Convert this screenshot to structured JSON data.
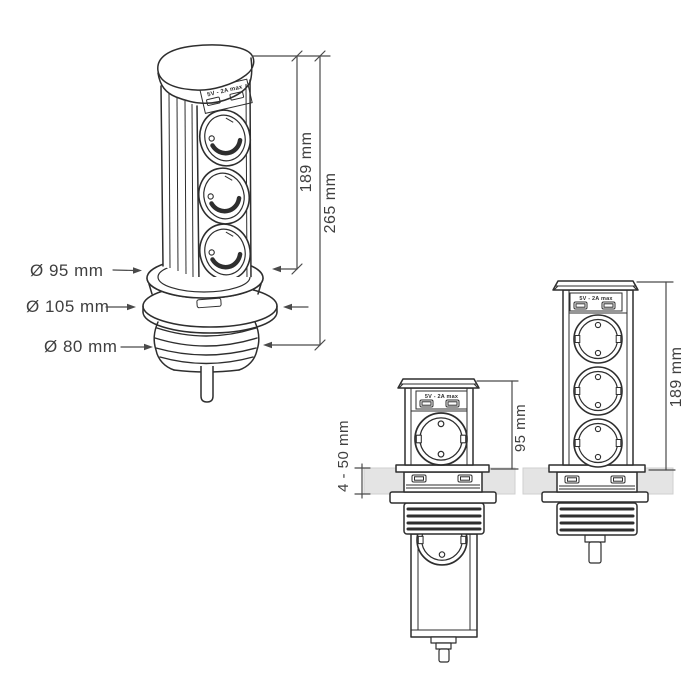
{
  "page": {
    "background": "#ffffff"
  },
  "colors": {
    "line": "#2e2e2e",
    "dimension_line": "#4a4a4a",
    "label_text": "#3f3f3f",
    "countertop_fill": "#e4e4e4",
    "countertop_edge": "#cfcfcf"
  },
  "views": {
    "isometric": {
      "usb_label": "5V - 2A max",
      "dim_diameter_collar": "Ø 95 mm",
      "dim_diameter_flange": "Ø 105 mm",
      "dim_diameter_body": "Ø 80 mm",
      "dim_height_above": "189 mm",
      "dim_height_total": "265 mm"
    },
    "retracted": {
      "usb_label": "5V - 2A max",
      "dim_counter_thickness": "4 - 50 mm",
      "dim_height_above_counter": "95 mm"
    },
    "extended": {
      "usb_label": "5V - 2A max",
      "dim_height_above_counter": "189 mm"
    }
  }
}
